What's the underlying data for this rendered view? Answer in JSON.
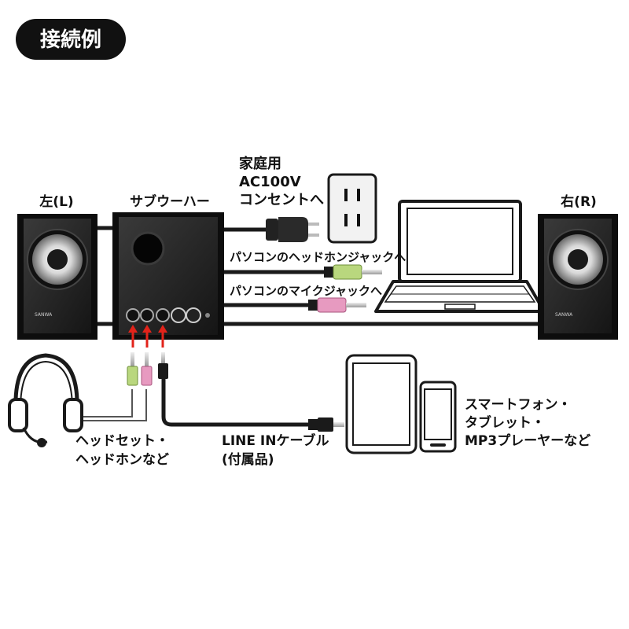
{
  "title": "接続例",
  "labels": {
    "left_speaker": "左(L)",
    "subwoofer": "サブウーハー",
    "right_speaker": "右(R)",
    "ac_line1": "家庭用",
    "ac_line2": "AC100V",
    "ac_line3": "コンセントへ",
    "headphone_jack": "パソコンのヘッドホンジャックへ",
    "mic_jack": "パソコンのマイクジャックへ",
    "headset_line1": "ヘッドセット・",
    "headset_line2": "ヘッドホンなど",
    "linein_line1": "LINE INケーブル",
    "linein_line2": "(付属品)",
    "devices_line1": "スマートフォン・",
    "devices_line2": "タブレット・",
    "devices_line3": "MP3プレーヤーなど",
    "speaker_brand": "SANWA"
  },
  "colors": {
    "title_bg": "#111111",
    "cable": "#1a1a1a",
    "speaker_body": "#2a2a2a",
    "plug_green": "#b9d77e",
    "plug_pink": "#e79ac0",
    "arrow_red": "#e2231a",
    "outlet_bg": "#f2f2f2"
  }
}
